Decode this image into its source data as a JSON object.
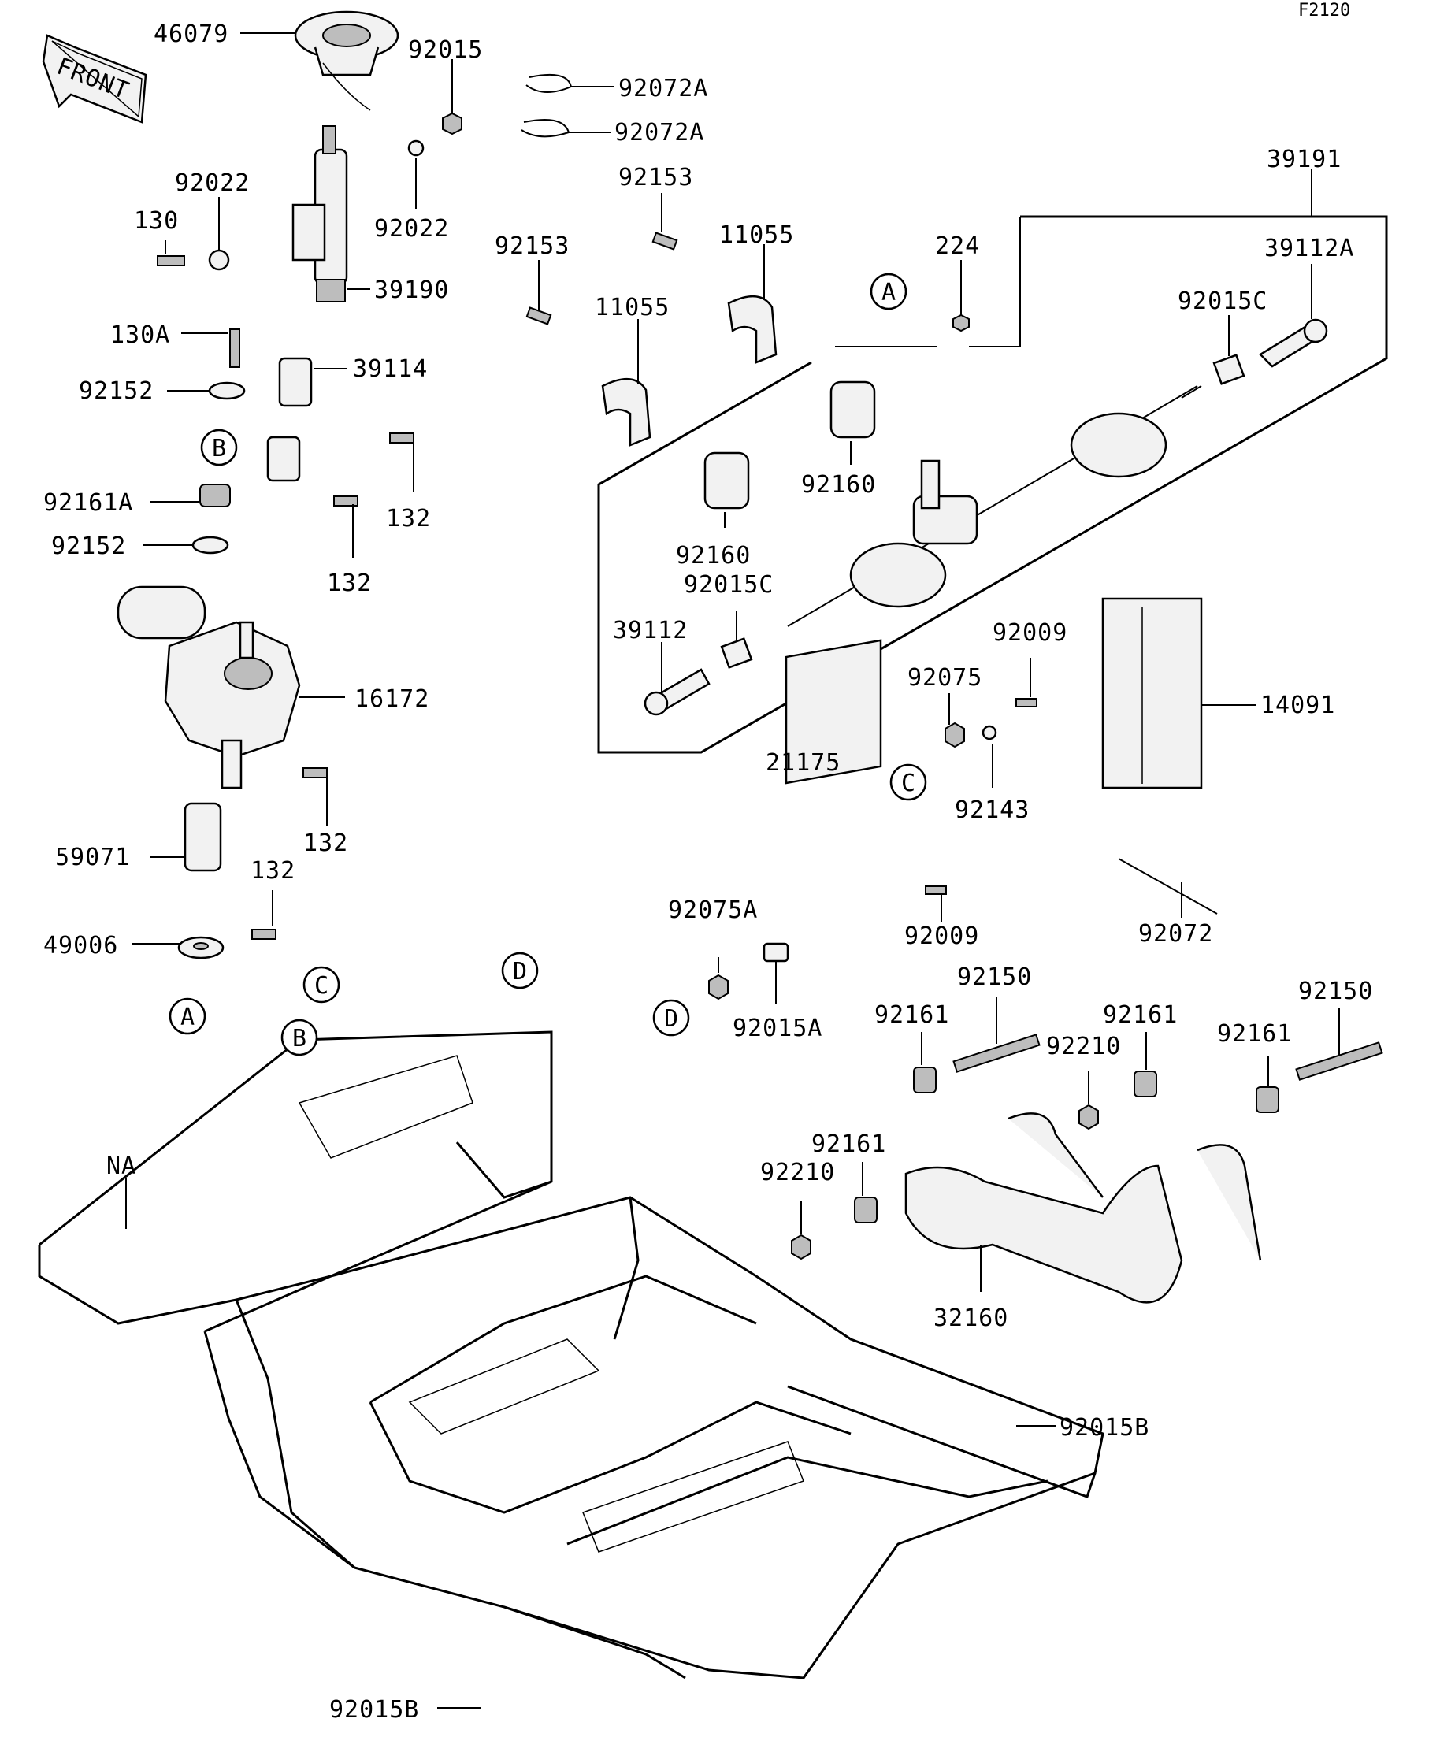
{
  "figure_code": "F2120",
  "front_arrow_label": "FRONT",
  "callouts": {
    "A": "A",
    "B": "B",
    "C": "C",
    "D": "D"
  },
  "part_labels": {
    "p46079": "46079",
    "p92015": "92015",
    "p92072A_1": "92072A",
    "p92072A_2": "92072A",
    "p92022_left": "92022",
    "p92022_right": "92022",
    "p130": "130",
    "p39190": "39190",
    "p130A": "130A",
    "p39114": "39114",
    "p92152_top": "92152",
    "p92161A": "92161A",
    "p92152_bot": "92152",
    "p132_a": "132",
    "p132_b": "132",
    "p16172": "16172",
    "p132_c": "132",
    "p59071": "59071",
    "p132_d": "132",
    "p49006": "49006",
    "p92153_top": "92153",
    "p92153_left": "92153",
    "p11055_top": "11055",
    "p11055_left": "11055",
    "p92160_right": "92160",
    "p92160_left": "92160",
    "p92015C_left": "92015C",
    "p39112": "39112",
    "p39191": "39191",
    "p224": "224",
    "p39112A": "39112A",
    "p92015C_right": "92015C",
    "p92009_top": "92009",
    "p92075": "92075",
    "p92143": "92143",
    "p21175": "21175",
    "p14091": "14091",
    "p92072": "92072",
    "p92009_bot": "92009",
    "p92075A": "92075A",
    "p92015A": "92015A",
    "p92150_left": "92150",
    "p92150_right": "92150",
    "p92161_a": "92161",
    "p92161_b": "92161",
    "p92161_c": "92161",
    "p92161_d": "92161",
    "p92210_a": "92210",
    "p92210_b": "92210",
    "p32160": "32160",
    "pNA": "NA",
    "p92015B_right": "92015B",
    "p92015B_bottom": "92015B"
  }
}
